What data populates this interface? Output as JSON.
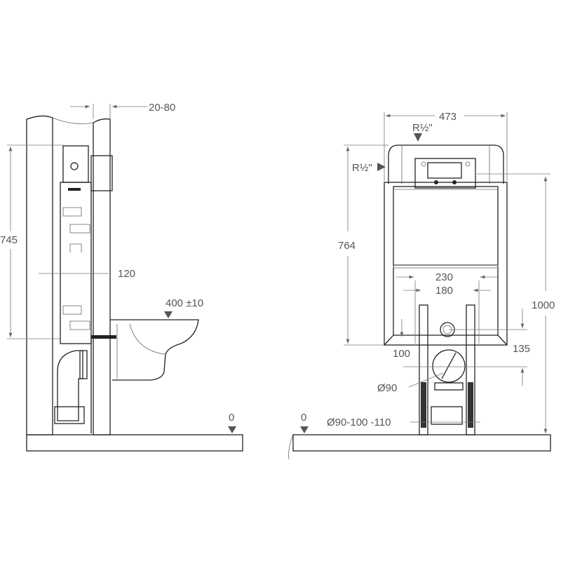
{
  "side_view": {
    "dim_wall_gap": "20-80",
    "dim_height": "745",
    "dim_depth": "120",
    "dim_bowl_height": "400 ±10",
    "floor_level": "0"
  },
  "front_view": {
    "dim_width": "473",
    "inlet_top": "R½\"",
    "inlet_side": "R½\"",
    "dim_frame_height": "764",
    "dim_total_height": "1000",
    "dim_bolt_outer": "230",
    "dim_bolt_inner": "180",
    "dim_inlet_offset": "100",
    "dim_outlet_offset": "135",
    "dim_outlet_diameter": "Ø90",
    "dim_drain_diameter": "Ø90-100 -110",
    "floor_level": "0"
  }
}
